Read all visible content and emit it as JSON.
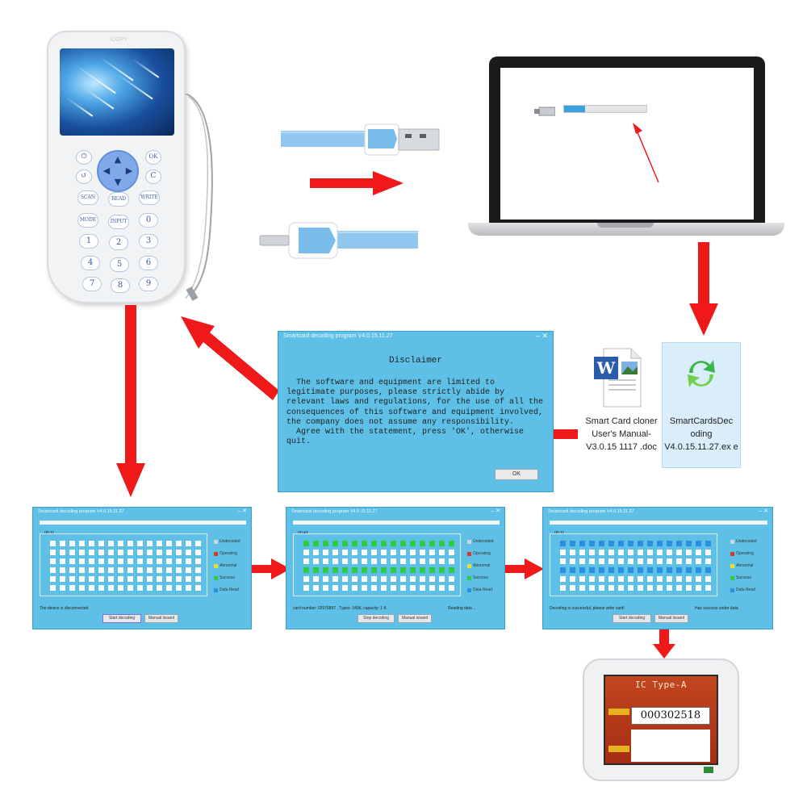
{
  "device": {
    "logo": "ICOPY",
    "keys": {
      "ok": "OK",
      "c": "C",
      "scan": "SCAN",
      "read": "READ",
      "write": "WRITE",
      "mode": "MODE",
      "input": "INPUT",
      "digits": [
        "1",
        "2",
        "3",
        "4",
        "5",
        "6",
        "7",
        "8",
        "9"
      ]
    }
  },
  "laptop": {
    "progress_fraction": 0.25
  },
  "disclaimer": {
    "window_title": "Smartcard decoding program V4.0.15.11.27",
    "window_controls": "–  ✕",
    "heading": "Disclaimer",
    "body": "  The software and equipment are limited to\nlegitimate purposes, please strictly abide by\nrelevant laws and regulations, for the use of all the\nconsequences of this software and equipment involved,\nthe company does not assume any responsibility.\n  Agree with the statement, press 'OK', otherwise\nquit.",
    "ok_label": "OK"
  },
  "files": {
    "doc_label": "Smart Card cloner User's Manual-V3.0.15 1117 .doc",
    "exe_label": "SmartCardsDec oding V4.0.15.11.27.ex e"
  },
  "legend": {
    "undecoded": "Undecoded",
    "operating": "Operating",
    "abnormal": "Abnormal",
    "success": "Success",
    "data_read": "Data Read",
    "colors": {
      "undecoded": "#cfd6dc",
      "operating": "#d23a2a",
      "abnormal": "#e8e02a",
      "success": "#2ecc40",
      "data_read": "#2b8fe0"
    }
  },
  "windows": [
    {
      "title": "Smartcard decoding program V4.0.15.11.27",
      "controls": "–  ✕",
      "timer": "00:11",
      "status": "The device is disconnected",
      "status2": "",
      "btn1": "Start decoding",
      "btn2": "Manual issued"
    },
    {
      "title": "Smartcard decoding program V4.0.15.11.27",
      "controls": "–  ✕",
      "timer": "00:43",
      "status": "card number: 02976897 , Types: 3406, capacity: 1 K",
      "status2": "Reading data ...",
      "btn1": "Stop decoding",
      "btn2": "Manual issued"
    },
    {
      "title": "Smartcard decoding program V4.0.15.11.27",
      "controls": "–  ✕",
      "timer": "00:11",
      "status": "Decoding is successful, please write card!",
      "status2": "Has success under data",
      "btn1": "Start decoding",
      "btn2": "Manual issued"
    }
  ],
  "reader": {
    "title": "IC Type-A",
    "number": "000302518"
  }
}
